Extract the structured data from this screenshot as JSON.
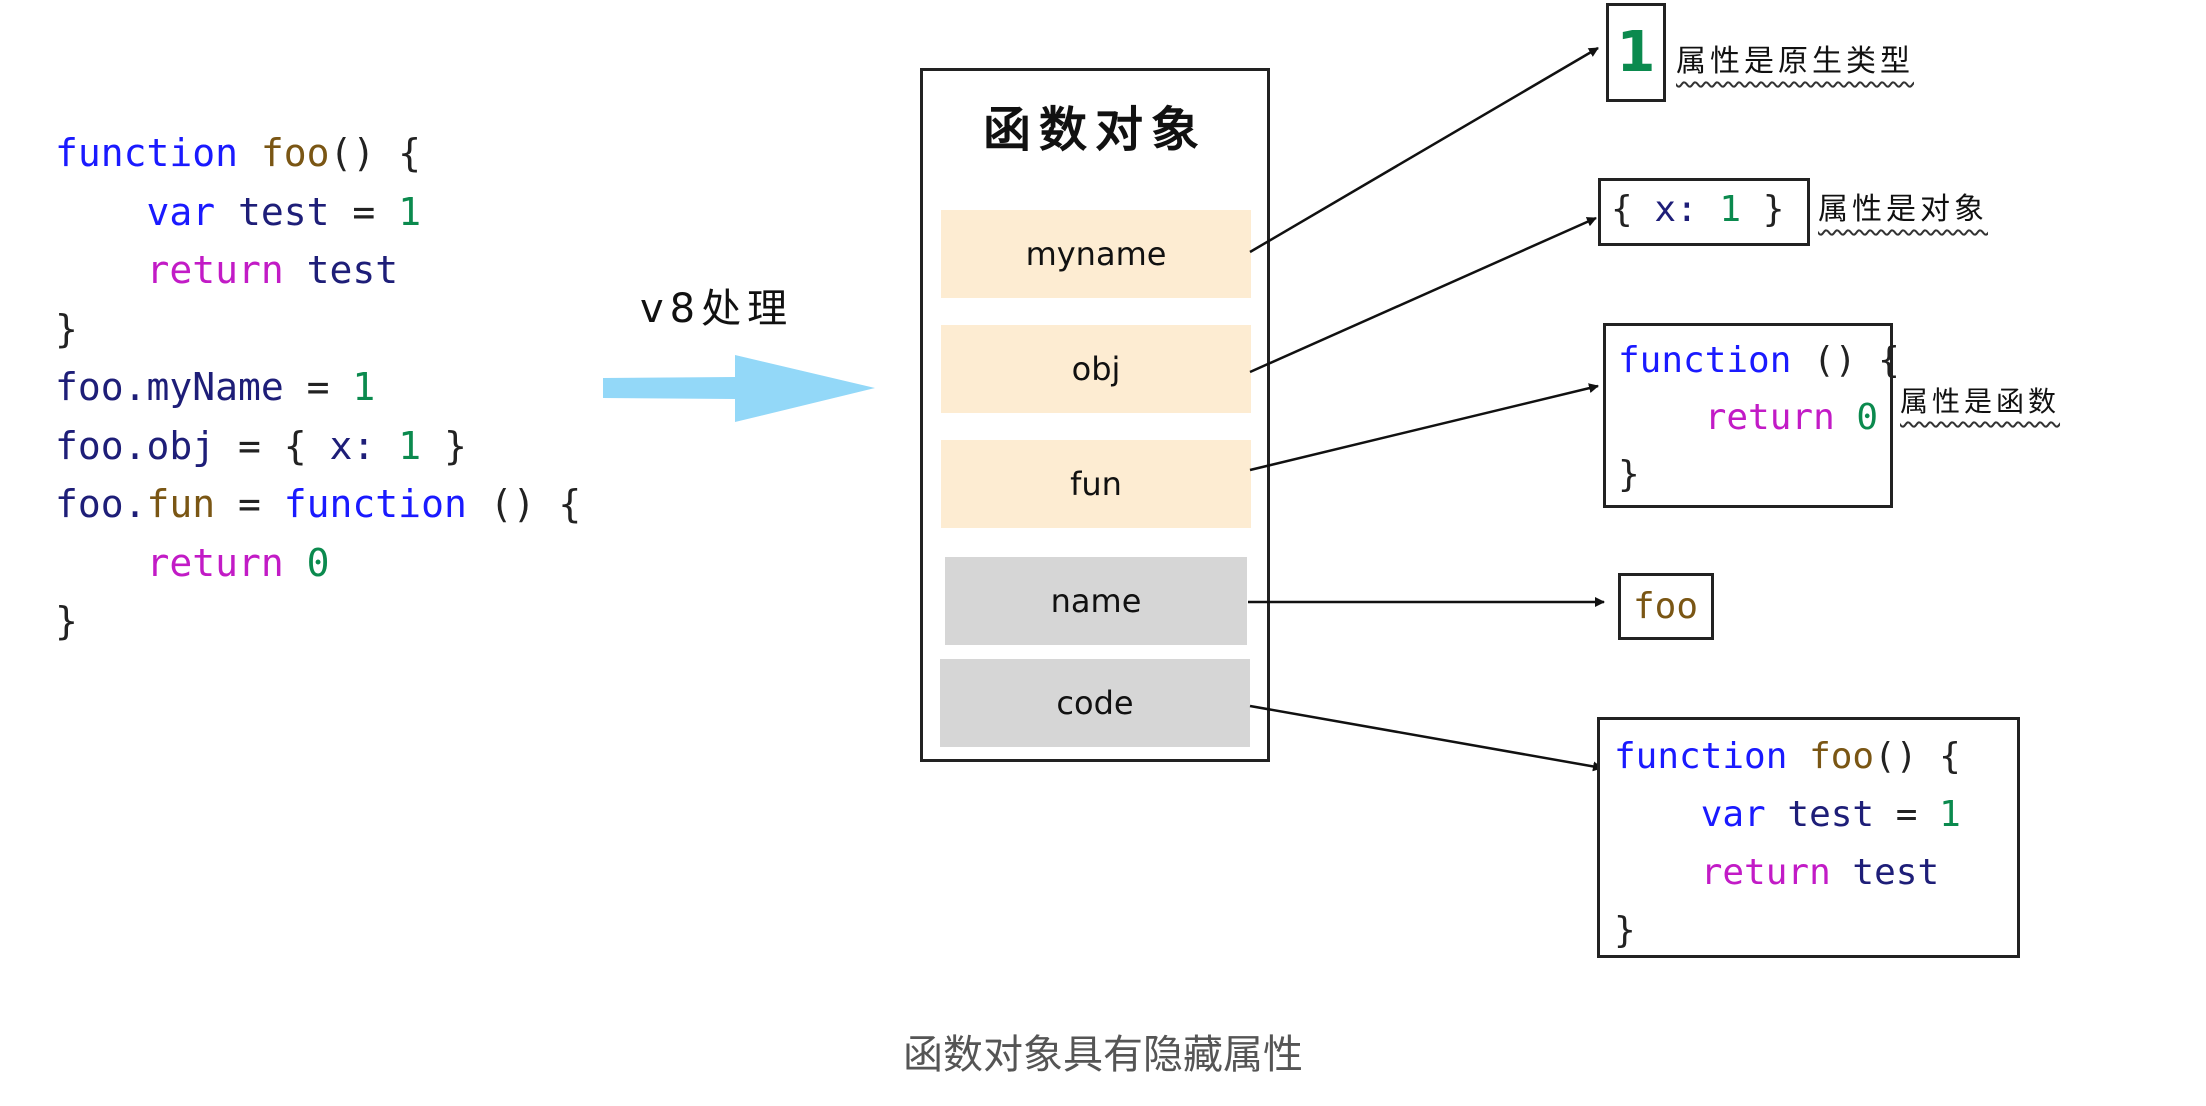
{
  "source_code": {
    "lines": [
      [
        {
          "t": "function ",
          "c": "kw"
        },
        {
          "t": "foo",
          "c": "fn"
        },
        {
          "t": "() {",
          "c": "pun"
        }
      ],
      [
        {
          "t": "    ",
          "c": "pun"
        },
        {
          "t": "var ",
          "c": "kw"
        },
        {
          "t": "test",
          "c": "id"
        },
        {
          "t": " = ",
          "c": "pun"
        },
        {
          "t": "1",
          "c": "num"
        }
      ],
      [
        {
          "t": "    ",
          "c": "pun"
        },
        {
          "t": "return ",
          "c": "ret"
        },
        {
          "t": "test",
          "c": "id"
        }
      ],
      [
        {
          "t": "}",
          "c": "pun"
        }
      ],
      [
        {
          "t": "foo.myName",
          "c": "id"
        },
        {
          "t": " = ",
          "c": "pun"
        },
        {
          "t": "1",
          "c": "num"
        }
      ],
      [
        {
          "t": "foo.obj",
          "c": "id"
        },
        {
          "t": " = { ",
          "c": "pun"
        },
        {
          "t": "x:",
          "c": "id"
        },
        {
          "t": " ",
          "c": "pun"
        },
        {
          "t": "1",
          "c": "num"
        },
        {
          "t": " }",
          "c": "pun"
        }
      ],
      [
        {
          "t": "foo.",
          "c": "id"
        },
        {
          "t": "fun",
          "c": "fn"
        },
        {
          "t": " = ",
          "c": "pun"
        },
        {
          "t": "function",
          "c": "kw"
        },
        {
          "t": " () {",
          "c": "pun"
        }
      ],
      [
        {
          "t": "    ",
          "c": "pun"
        },
        {
          "t": "return ",
          "c": "ret"
        },
        {
          "t": "0",
          "c": "num"
        }
      ],
      [
        {
          "t": "}",
          "c": "pun"
        }
      ]
    ]
  },
  "transform": {
    "label": "v8处理",
    "arrow_color": "#93d8f8"
  },
  "function_object": {
    "title": "函数对象",
    "properties": [
      {
        "name": "myname",
        "kind": "user"
      },
      {
        "name": "obj",
        "kind": "user"
      },
      {
        "name": "fun",
        "kind": "user"
      },
      {
        "name": "name",
        "kind": "hidden"
      },
      {
        "name": "code",
        "kind": "hidden"
      }
    ],
    "colors": {
      "user": "#fdecd2",
      "hidden": "#d6d6d6"
    }
  },
  "values": {
    "myname": {
      "lines": [
        [
          {
            "t": "1",
            "c": "num"
          }
        ]
      ],
      "label": "属性是原生类型"
    },
    "obj": {
      "lines": [
        [
          {
            "t": "{ ",
            "c": "pun"
          },
          {
            "t": "x:",
            "c": "id"
          },
          {
            "t": " ",
            "c": "pun"
          },
          {
            "t": "1",
            "c": "num"
          },
          {
            "t": " }",
            "c": "pun"
          }
        ]
      ],
      "label": "属性是对象"
    },
    "fun": {
      "lines": [
        [
          {
            "t": "function",
            "c": "kw"
          },
          {
            "t": " () {",
            "c": "pun"
          }
        ],
        [
          {
            "t": "    ",
            "c": "pun"
          },
          {
            "t": "return ",
            "c": "ret"
          },
          {
            "t": "0",
            "c": "num"
          }
        ],
        [
          {
            "t": "}",
            "c": "pun"
          }
        ]
      ],
      "label": "属性是函数"
    },
    "name": {
      "lines": [
        [
          {
            "t": "foo",
            "c": "fn"
          }
        ]
      ]
    },
    "code": {
      "lines": [
        [
          {
            "t": "function ",
            "c": "kw"
          },
          {
            "t": "foo",
            "c": "fn"
          },
          {
            "t": "() {",
            "c": "pun"
          }
        ],
        [
          {
            "t": "    ",
            "c": "pun"
          },
          {
            "t": "var ",
            "c": "kw"
          },
          {
            "t": "test",
            "c": "id"
          },
          {
            "t": " = ",
            "c": "pun"
          },
          {
            "t": "1",
            "c": "num"
          }
        ],
        [
          {
            "t": "    ",
            "c": "pun"
          },
          {
            "t": "return ",
            "c": "ret"
          },
          {
            "t": "test",
            "c": "id"
          }
        ],
        [
          {
            "t": "}",
            "c": "pun"
          }
        ]
      ]
    }
  },
  "caption": "函数对象具有隐藏属性"
}
